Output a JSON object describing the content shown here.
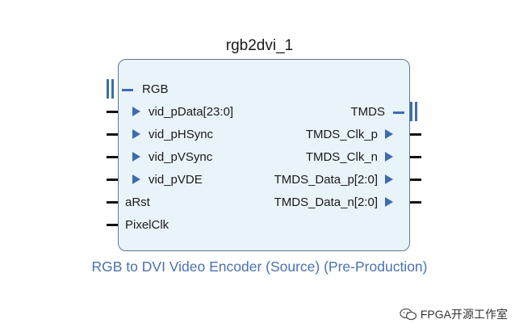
{
  "block": {
    "instance_name": "rgb2dvi_1",
    "subtitle": "RGB to DVI Video Encoder (Source) (Pre-Production)"
  },
  "inputs": {
    "rgb_bus": "RGB",
    "vid_pdata": "vid_pData[23:0]",
    "vid_phsync": "vid_pHSync",
    "vid_pvsync": "vid_pVSync",
    "vid_pvde": "vid_pVDE",
    "arst": "aRst",
    "pixelclk": "PixelClk"
  },
  "outputs": {
    "tmds_bus": "TMDS",
    "tmds_clk_p": "TMDS_Clk_p",
    "tmds_clk_n": "TMDS_Clk_n",
    "tmds_data_p": "TMDS_Data_p[2:0]",
    "tmds_data_n": "TMDS_Data_n[2:0]"
  },
  "watermark": {
    "text": "FPGA开源工作室"
  },
  "colors": {
    "block_fill": "#e9f3fa",
    "block_border": "#5b7a95",
    "accent": "#3f6bb0",
    "subtitle": "#4a72b0"
  }
}
